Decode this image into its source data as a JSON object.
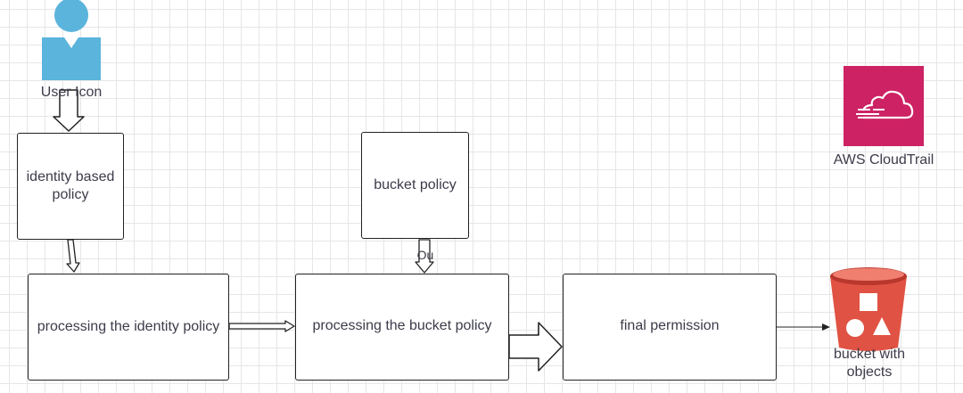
{
  "diagram": {
    "user": {
      "label": "User Icon",
      "icon": "user-icon",
      "color": "#5ab4dc"
    },
    "cloudtrail": {
      "label": "AWS CloudTrail",
      "icon": "cloudtrail-icon",
      "color": "#cd2264"
    },
    "bucket": {
      "label": "bucket with objects",
      "icon": "s3-bucket-icon",
      "color": "#e05243"
    },
    "boxes": {
      "identity_policy": "identity based policy",
      "bucket_policy": "bucket policy",
      "processing_identity": "processing the identity policy",
      "processing_bucket": "processing the bucket policy",
      "final_permission": "final permission"
    },
    "connector_text": "Ou"
  }
}
